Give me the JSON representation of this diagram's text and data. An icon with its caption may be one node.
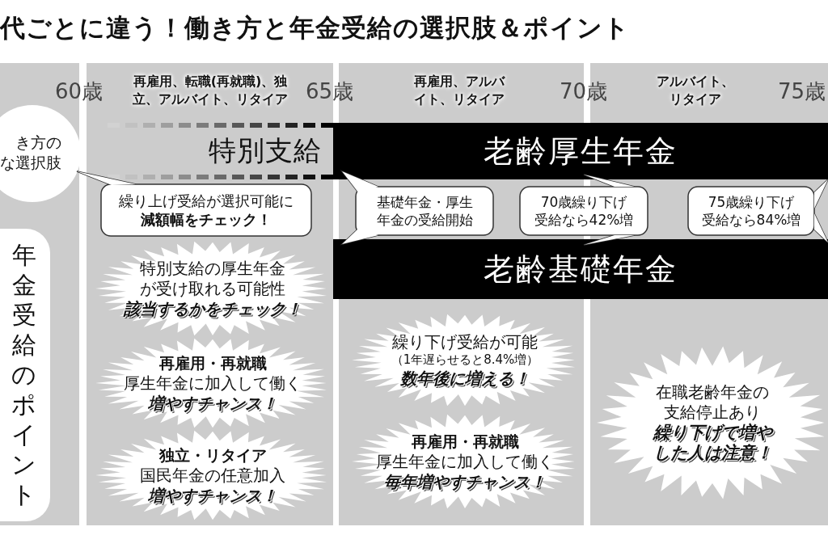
{
  "diagram": {
    "title": "代ごとに違う！働き方と年金受給の選択肢＆ポイント",
    "nodes": [
      {
        "text": [
          "き方のな選択肢"
        ]
      },
      {
        "text": [
          "年金受給のポイント"
        ]
      },
      {
        "text": [
          "再雇用、転職(再就職)、独立、アルバイト、リタイア"
        ]
      },
      {
        "text": [
          "再雇用、アルバイト、リタイア"
        ]
      },
      {
        "text": [
          "アルバイト、リタイア"
        ]
      },
      {
        "text": [
          "特別支給"
        ],
        "in": 2
      },
      {
        "text": [
          "老齢厚生年金"
        ]
      },
      {
        "text": [
          "老齢基礎年金"
        ]
      },
      {
        "text": [
          "繰り上げ受給が選択可能に",
          "減額幅をチェック！"
        ],
        "in": 2
      },
      {
        "text": [
          "基礎年金・厚生年金の受給開始"
        ],
        "in": 3
      },
      {
        "text": [
          "70歳繰り下げ受給なら42%増"
        ]
      },
      {
        "text": [
          "75歳繰り下げ受給なら84%増"
        ],
        "in": 4
      },
      {
        "text": [
          "特別支給の厚生年金が受け取れる可能性",
          "該当するかをチェック！"
        ],
        "in": 2
      },
      {
        "text": [
          "再雇用・再就職",
          "厚生年金に加入して働く",
          "増やすチャンス！"
        ],
        "in": 2
      },
      {
        "text": [
          "独立・リタイア",
          "国民年金の任意加入",
          "増やすチャンス！"
        ],
        "in": 2
      },
      {
        "text": [
          "繰り下げ受給が可能",
          "（1年遅らせると8.4%増）",
          "数年後に増える！"
        ],
        "in": 3
      },
      {
        "text": [
          "再雇用・再就職",
          "厚生年金に加入して働く",
          "毎年増やすチャンス！"
        ],
        "in": 3
      },
      {
        "text": [
          "在職老齢年金の支給停止あり",
          "繰り下げで増やした人は注意！"
        ],
        "in": 4
      }
    ],
    "labels": [
      "60歳",
      "65歳",
      "70歳",
      "75歳"
    ]
  }
}
